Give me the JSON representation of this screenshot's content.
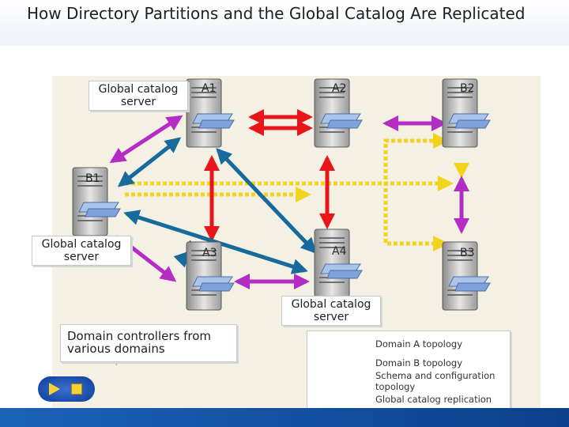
{
  "title": "How Directory Partitions and the Global Catalog Are Replicated",
  "servers": {
    "a1": "A1",
    "a2": "A2",
    "b2": "B2",
    "b1": "B1",
    "a3": "A3",
    "a4": "A4",
    "b3": "B3"
  },
  "callouts": {
    "gc_top": "Global catalog server",
    "gc_left": "Global catalog server",
    "gc_bottom": "Global catalog server",
    "domain_controllers": "Domain controllers from various domains"
  },
  "legend": {
    "domain_a": "Domain A topology",
    "domain_b": "Domain B topology",
    "schema": "Schema and configuration topology",
    "gc_replication": "Global catalog replication"
  },
  "colors": {
    "domain_a": "#e8151b",
    "domain_b": "#b52cc4",
    "schema": "#f2d41f",
    "gc_replication": "#166a9c",
    "stage": "#f4f1e4"
  }
}
